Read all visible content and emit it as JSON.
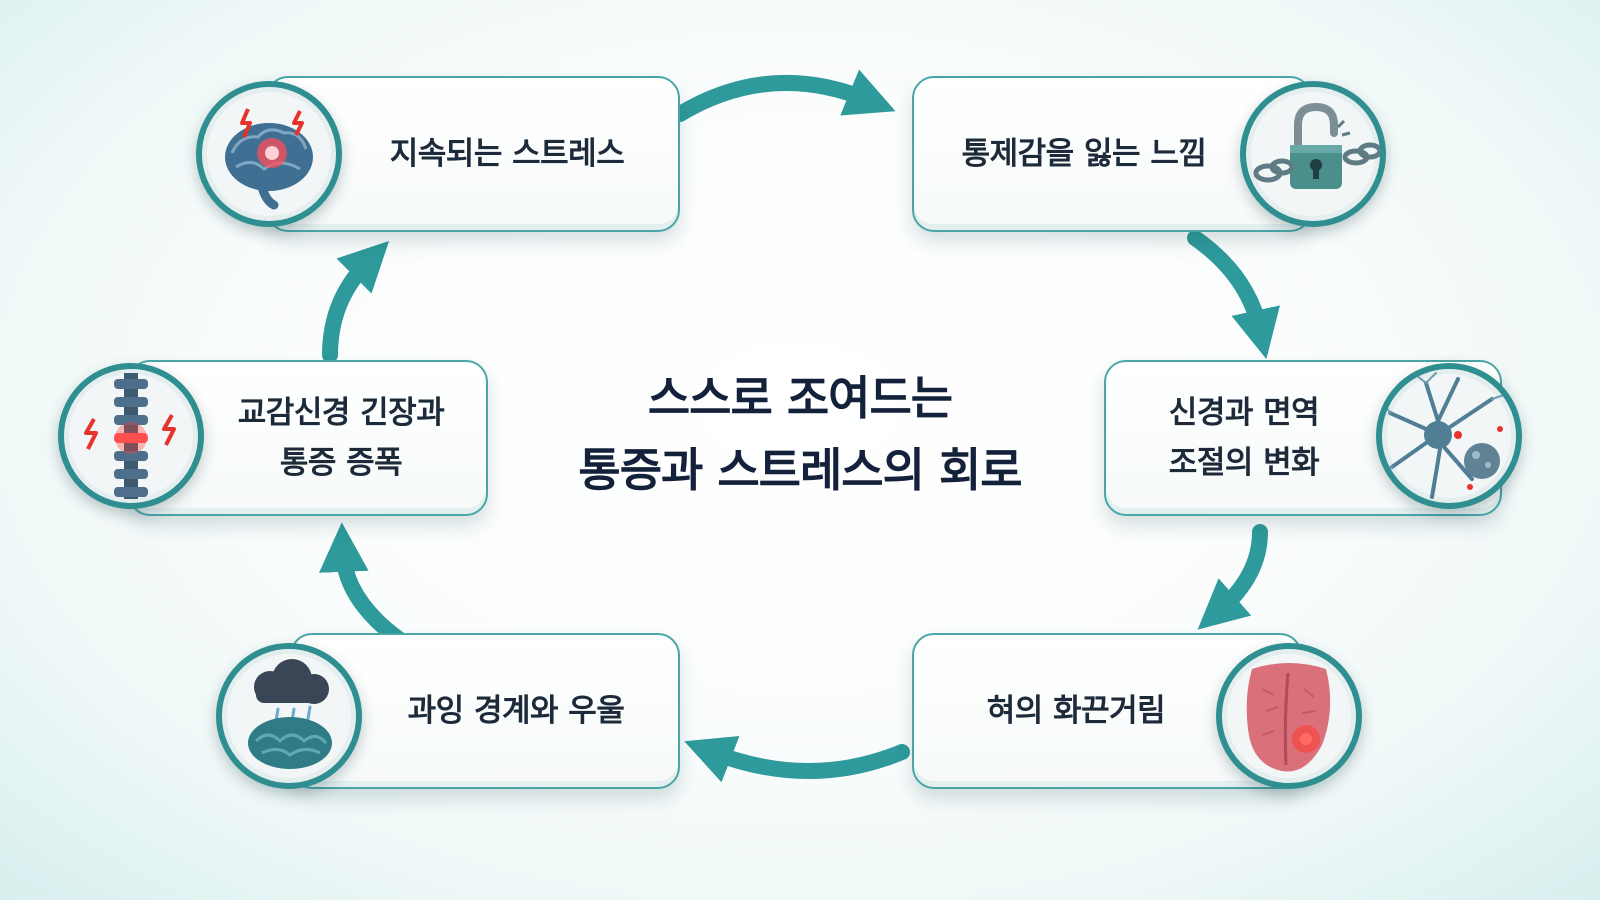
{
  "title": {
    "line1": "스스로 조여드는",
    "line2": "통증과 스트레스의 회로"
  },
  "nodes": [
    {
      "label_lines": [
        "지속되는 스트레스"
      ],
      "icon": "brain-lightning-icon"
    },
    {
      "label_lines": [
        "통제감을 잃는 느낌"
      ],
      "icon": "broken-padlock-chain-icon"
    },
    {
      "label_lines": [
        "신경과 면역",
        "조절의 변화"
      ],
      "icon": "neuron-cell-icon"
    },
    {
      "label_lines": [
        "혀의 화끈거림"
      ],
      "icon": "tongue-burning-icon"
    },
    {
      "label_lines": [
        "과잉 경계와 우울"
      ],
      "icon": "brain-storm-cloud-icon"
    },
    {
      "label_lines": [
        "교감신경 긴장과",
        "통증 증폭"
      ],
      "icon": "spine-lightning-icon"
    }
  ],
  "colors": {
    "accent": "#2e9a9b",
    "title_text": "#13213a",
    "node_text": "#1d2a3a",
    "alert": "#e8322c"
  }
}
